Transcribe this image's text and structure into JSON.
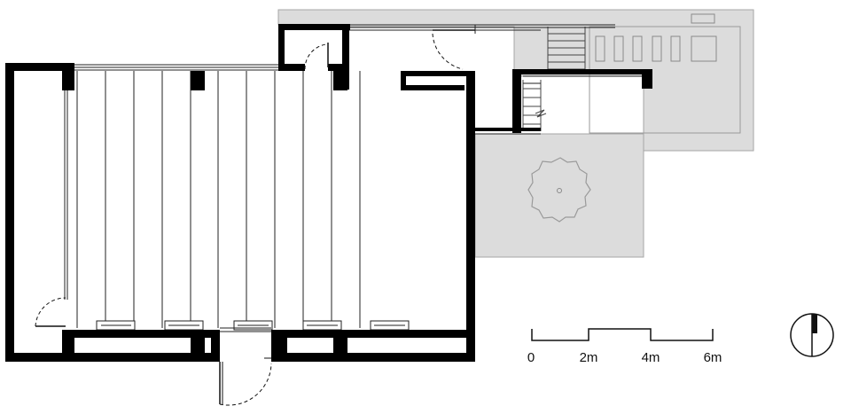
{
  "colors": {
    "wall": "#000000",
    "line": "#222222",
    "shade": "#dcdcdc",
    "shade_line": "#8a8a8a",
    "background": "#ffffff"
  },
  "scale_bar": {
    "labels": [
      "0",
      "2m",
      "4m",
      "6m"
    ]
  },
  "north_arrow": {
    "icon": "north-arrow-icon"
  }
}
